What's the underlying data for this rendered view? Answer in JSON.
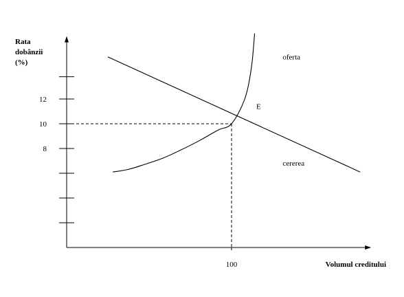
{
  "chart_data": {
    "type": "line",
    "title": "",
    "ylabel": [
      "Rata",
      "dobânzii",
      "(%)"
    ],
    "xlabel": "Volumul creditului",
    "y_tick_labels": [
      {
        "value": 12,
        "label": "12"
      },
      {
        "value": 10,
        "label": "10"
      },
      {
        "value": 8,
        "label": "8"
      }
    ],
    "y_tick_marks": [
      13.8,
      12,
      10,
      8,
      6,
      4,
      2
    ],
    "x_tick_labels": [
      {
        "value": 100,
        "label": "100"
      }
    ],
    "xlim": [
      0,
      178
    ],
    "ylim": [
      0,
      17.3
    ],
    "series": [
      {
        "name": "oferta",
        "curve": "concave",
        "x": [
          28,
          37,
          47,
          58,
          68,
          80,
          92,
          100,
          108,
          112,
          114
        ],
        "y": [
          6.1,
          6.3,
          6.7,
          7.2,
          7.8,
          8.6,
          9.5,
          10,
          12,
          14.5,
          17.3
        ]
      },
      {
        "name": "cererea",
        "curve": "straight",
        "x": [
          25,
          178
        ],
        "y": [
          15.4,
          6.1
        ]
      }
    ],
    "annotations": [
      {
        "text": "oferta",
        "x": 131,
        "y": 15.2
      },
      {
        "text": "cererea",
        "x": 131,
        "y": 6.6
      },
      {
        "text": "E",
        "x": 115,
        "y": 11.2
      }
    ],
    "equilibrium": {
      "label": "E",
      "x": 100,
      "y": 10
    },
    "grid": false,
    "legend": "none"
  }
}
